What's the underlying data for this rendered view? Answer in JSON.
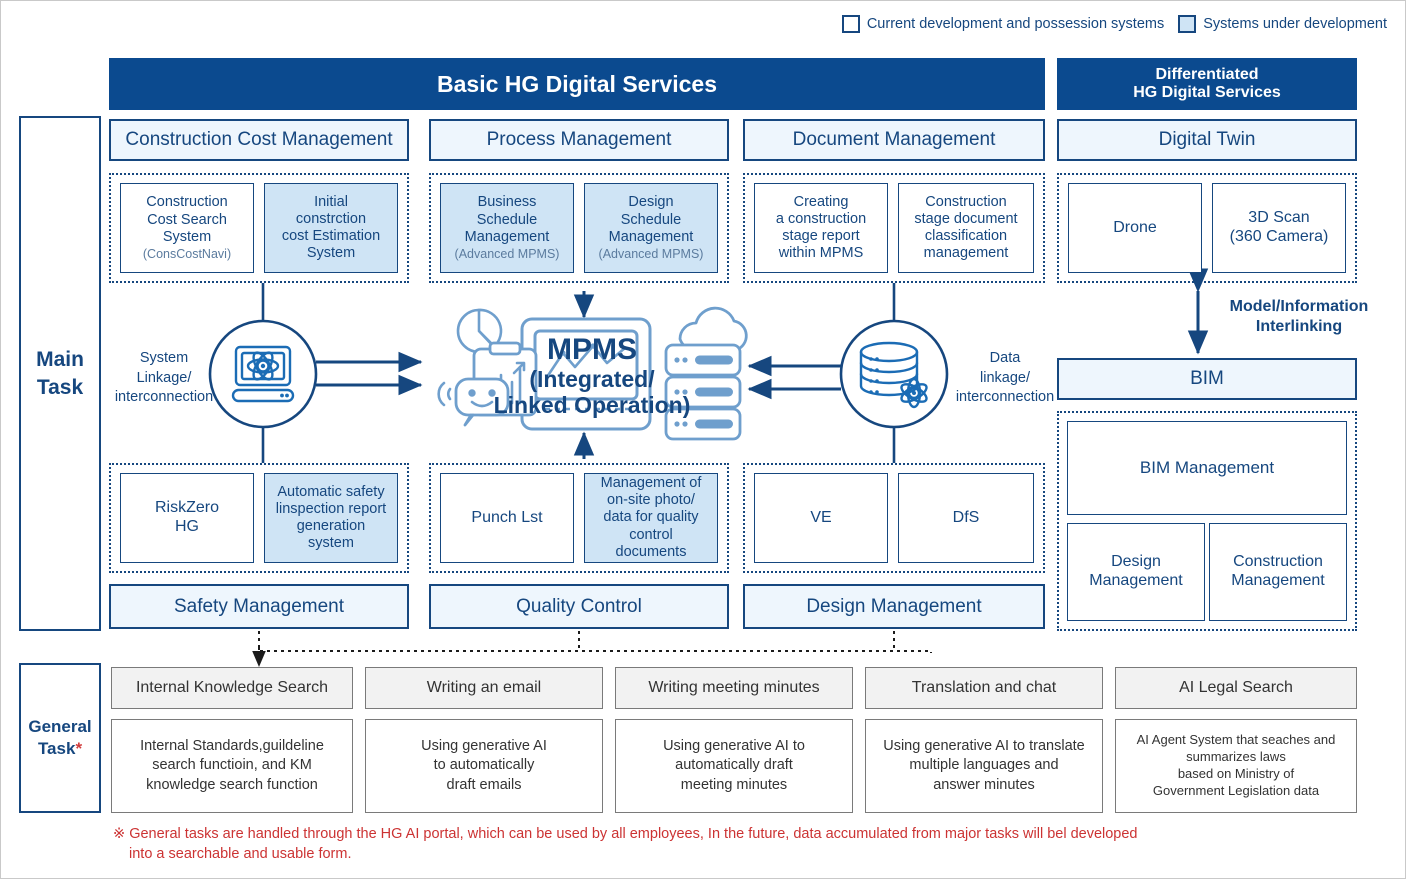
{
  "legend": [
    {
      "label": "Current development and possession systems",
      "shaded": false,
      "icon": "checkbox-outline-icon"
    },
    {
      "label": "Systems under development",
      "shaded": true,
      "icon": "checkbox-shaded-icon"
    }
  ],
  "banners": {
    "basic": "Basic HG Digital Services",
    "differentiated_line1": "Differentiated",
    "differentiated_line2": "HG Digital Services"
  },
  "rails": {
    "main_line1": "Main",
    "main_line2": "Task",
    "general_line1": "General",
    "general_line2": "Task",
    "general_star": "*"
  },
  "categories": {
    "cost": "Construction Cost Management",
    "process": "Process Management",
    "document": "Document Management",
    "digital_twin": "Digital Twin",
    "safety": "Safety Management",
    "quality": "Quality Control",
    "design": "Design Management",
    "bim": "BIM"
  },
  "tiles": {
    "cost": [
      {
        "title": "Construction\nCost Search\nSystem",
        "sub": "(ConsCostNavi)",
        "shaded": false
      },
      {
        "title": "Initial\nconstrction\ncost Estimation\nSystem",
        "sub": "",
        "shaded": true
      }
    ],
    "process": [
      {
        "title": "Business\nSchedule\nManagement",
        "sub": "(Advanced MPMS)",
        "shaded": true
      },
      {
        "title": "Design\nSchedule\nManagement",
        "sub": "(Advanced MPMS)",
        "shaded": true
      }
    ],
    "document": [
      {
        "title": "Creating\na construction\nstage report\nwithin MPMS",
        "sub": "",
        "shaded": false
      },
      {
        "title": "Construction\nstage document\nclassification\nmanagement",
        "sub": "",
        "shaded": false
      }
    ],
    "digital_twin": [
      {
        "title": "Drone",
        "sub": "",
        "shaded": false
      },
      {
        "title": "3D Scan\n(360 Camera)",
        "sub": "",
        "shaded": false
      }
    ],
    "safety": [
      {
        "title": "RiskZero\nHG",
        "sub": "",
        "shaded": false
      },
      {
        "title": "Automatic safety\nlinspection report\ngeneration\nsystem",
        "sub": "",
        "shaded": true
      }
    ],
    "quality": [
      {
        "title": "Punch Lst",
        "sub": "",
        "shaded": false
      },
      {
        "title": "Management of\non-site photo/\ndata for quality\ncontrol\ndocuments",
        "sub": "",
        "shaded": true
      }
    ],
    "design": [
      {
        "title": "VE",
        "sub": "",
        "shaded": false
      },
      {
        "title": "DfS",
        "sub": "",
        "shaded": false
      }
    ],
    "bim": [
      {
        "title": "BIM Management",
        "sub": "",
        "shaded": false
      },
      {
        "title": "Design\nManagement",
        "sub": "",
        "shaded": false
      },
      {
        "title": "Construction\nManagement",
        "sub": "",
        "shaded": false
      }
    ]
  },
  "center": {
    "mpms_line1": "MPMS",
    "mpms_line2": "(Integrated/\nLinked Operation)",
    "left_label": "System\nLinkage/\ninterconnection",
    "right_label": "Data\nlinkage/\ninterconnection",
    "interlink_label": "Model/Information\nInterlinking",
    "icons": [
      "pie-chart-icon",
      "chat-robot-icon",
      "bar-chart-clipboard-icon",
      "tablet-analytics-icon",
      "cloud-network-icon",
      "server-stack-icon",
      "laptop-atom-icon",
      "database-atom-icon"
    ]
  },
  "general_tasks": [
    {
      "head": "Internal Knowledge Search",
      "body": "Internal Standards,guildeline\nsearch functioin, and KM\nknowledge search function",
      "tight": false
    },
    {
      "head": "Writing an email",
      "body": "Using generative AI\nto automatically\ndraft emails",
      "tight": false
    },
    {
      "head": "Writing meeting minutes",
      "body": "Using generative AI to\nautomatically draft\nmeeting minutes",
      "tight": false
    },
    {
      "head": "Translation and chat",
      "body": "Using generative AI to translate\nmultiple languages and\nanswer minutes",
      "tight": false
    },
    {
      "head": "AI  Legal Search",
      "body": "AI Agent System that seaches and\nsummarizes laws\nbased on Ministry of\nGovernment Legislation data",
      "tight": true
    }
  ],
  "footnote": {
    "mark": "※",
    "line1": "General tasks are handled through the HG AI portal, which can be used by all employees, In the future, data accumulated from major tasks will bel developed",
    "line2": "into a searchable and usable form."
  },
  "colors": {
    "brand_dark": "#0b4a8f",
    "brand_text": "#16477f",
    "tile_shaded": "#cfe4f5",
    "cat_fill": "#eef6fd",
    "gt_head": "#f2f2f2",
    "footnote": "#cc3333"
  }
}
